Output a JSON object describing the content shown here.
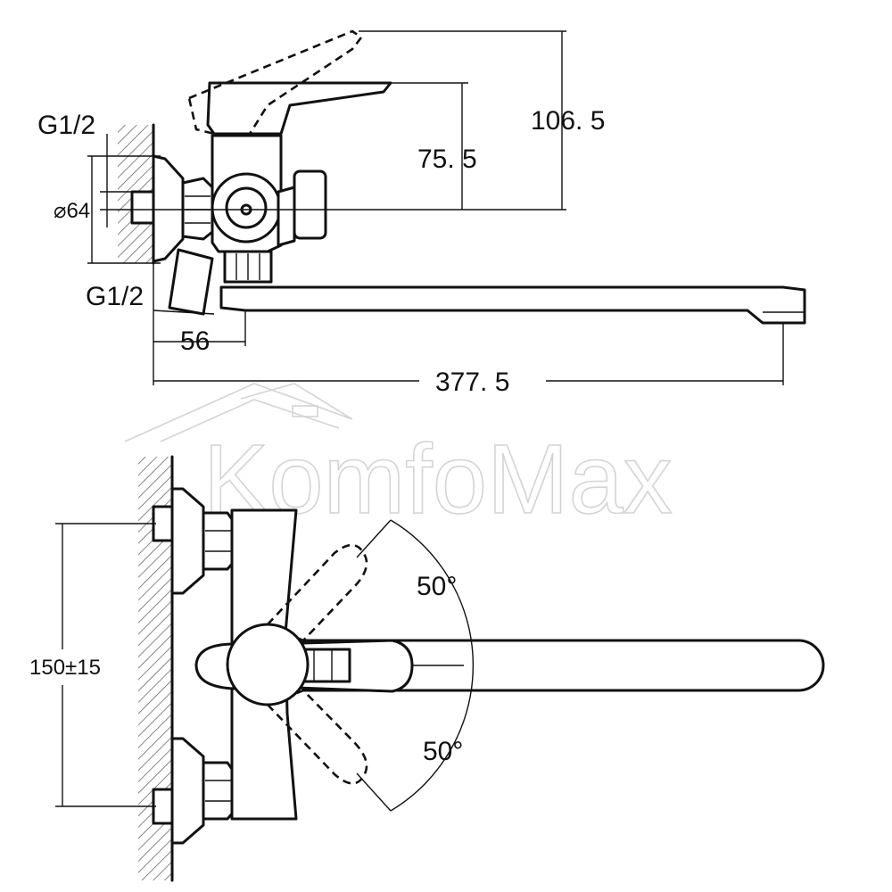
{
  "watermark": {
    "brand": "KomfoMax"
  },
  "top_view": {
    "dimensions": {
      "thread_top": "G1/2",
      "diameter": "⌀64",
      "thread_bottom": "G1/2",
      "offset": "56",
      "total_length": "377. 5",
      "height_outlet": "75. 5",
      "height_handle": "106. 5"
    }
  },
  "front_view": {
    "dimensions": {
      "spacing": "150±15",
      "angle_up": "50°",
      "angle_down": "50°"
    }
  },
  "colors": {
    "line": "#111111",
    "watermark": "#d4d4d4",
    "background": "#ffffff"
  }
}
